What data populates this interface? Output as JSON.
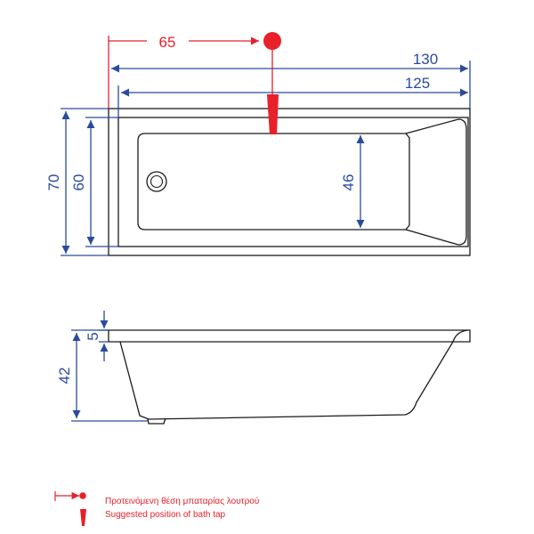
{
  "colors": {
    "dimension": "#2a4b9b",
    "marker": "#e8202a",
    "outline": "#1a1a1a"
  },
  "dimensions": {
    "tap_offset": "65",
    "total_length": "130",
    "inner_length": "125",
    "total_width": "70",
    "inner_width": "60",
    "basin_width": "46",
    "rim_height": "5",
    "depth": "42"
  },
  "legend": {
    "greek": "Προτεινόμενη θέση μπαταρίας λουτρού",
    "english": "Suggested position of bath tap"
  }
}
